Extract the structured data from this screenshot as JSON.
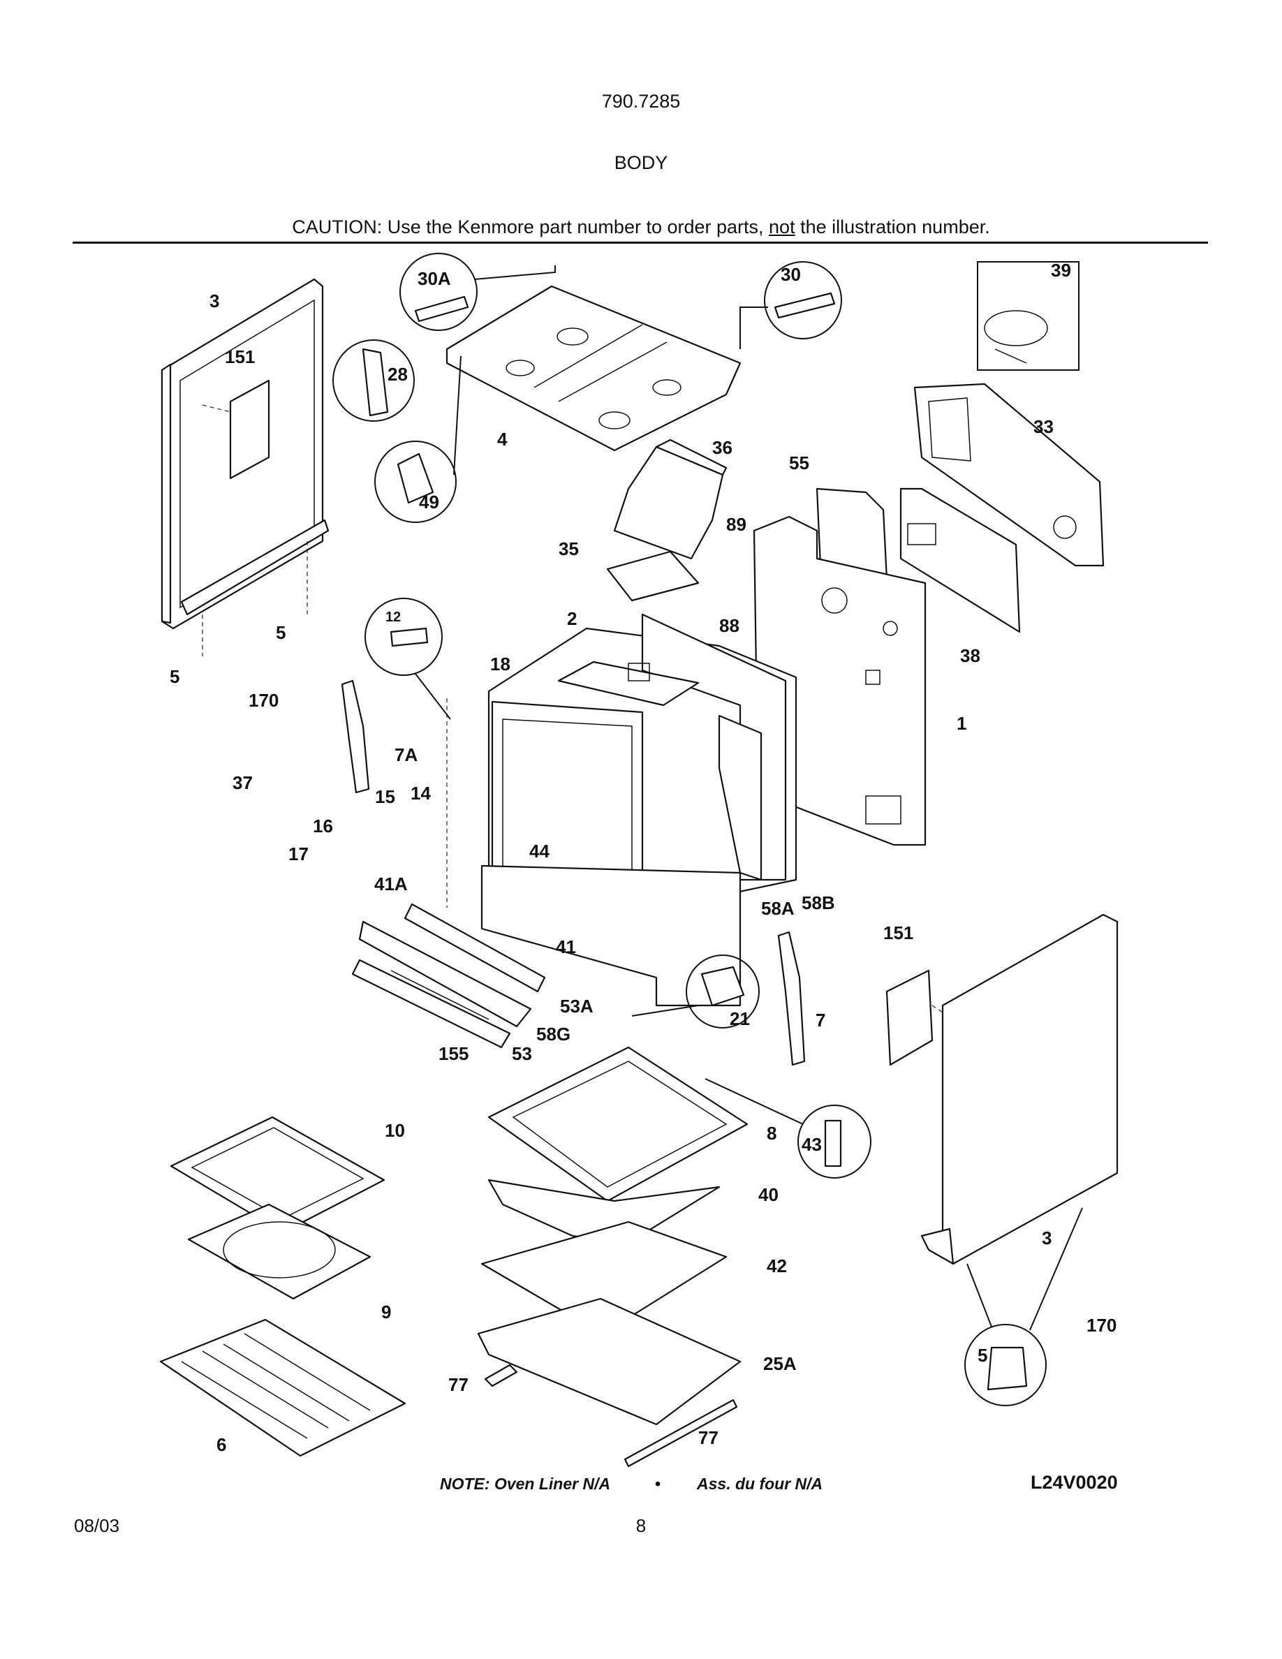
{
  "header": {
    "model_number": "790.7285",
    "section_title": "BODY",
    "caution_prefix": "CAUTION: Use the Kenmore part number to order parts, ",
    "caution_emphasis": "not",
    "caution_suffix": " the illustration number."
  },
  "callouts": {
    "c3_left": "3",
    "c151_left": "151",
    "c28": "28",
    "c30A": "30A",
    "c30": "30",
    "c39": "39",
    "c4": "4",
    "c49": "49",
    "c36": "36",
    "c55": "55",
    "c33": "33",
    "c89": "89",
    "c35": "35",
    "c5_a": "5",
    "c12": "12",
    "c2": "2",
    "c88": "88",
    "c38": "38",
    "c5_b": "5",
    "c170_left": "170",
    "c18": "18",
    "c1": "1",
    "c7A": "7A",
    "c37": "37",
    "c15": "15",
    "c14": "14",
    "c16": "16",
    "c17": "17",
    "c44": "44",
    "c41A": "41A",
    "c58A": "58A",
    "c58B": "58B",
    "c151_right": "151",
    "c41": "41",
    "c53A": "53A",
    "c21": "21",
    "c7": "7",
    "c58G": "58G",
    "c155": "155",
    "c53": "53",
    "c10": "10",
    "c8": "8",
    "c43": "43",
    "c40": "40",
    "c42": "42",
    "c3_right": "3",
    "c9": "9",
    "c170_right": "170",
    "c25A": "25A",
    "c5_c": "5",
    "c77_a": "77",
    "c6": "6",
    "c77_b": "77"
  },
  "footer": {
    "note_en": "NOTE: Oven Liner N/A",
    "bullet": "•",
    "note_fr": "Ass. du four N/A",
    "drawing_id": "L24V0020",
    "date": "08/03",
    "page": "8"
  }
}
